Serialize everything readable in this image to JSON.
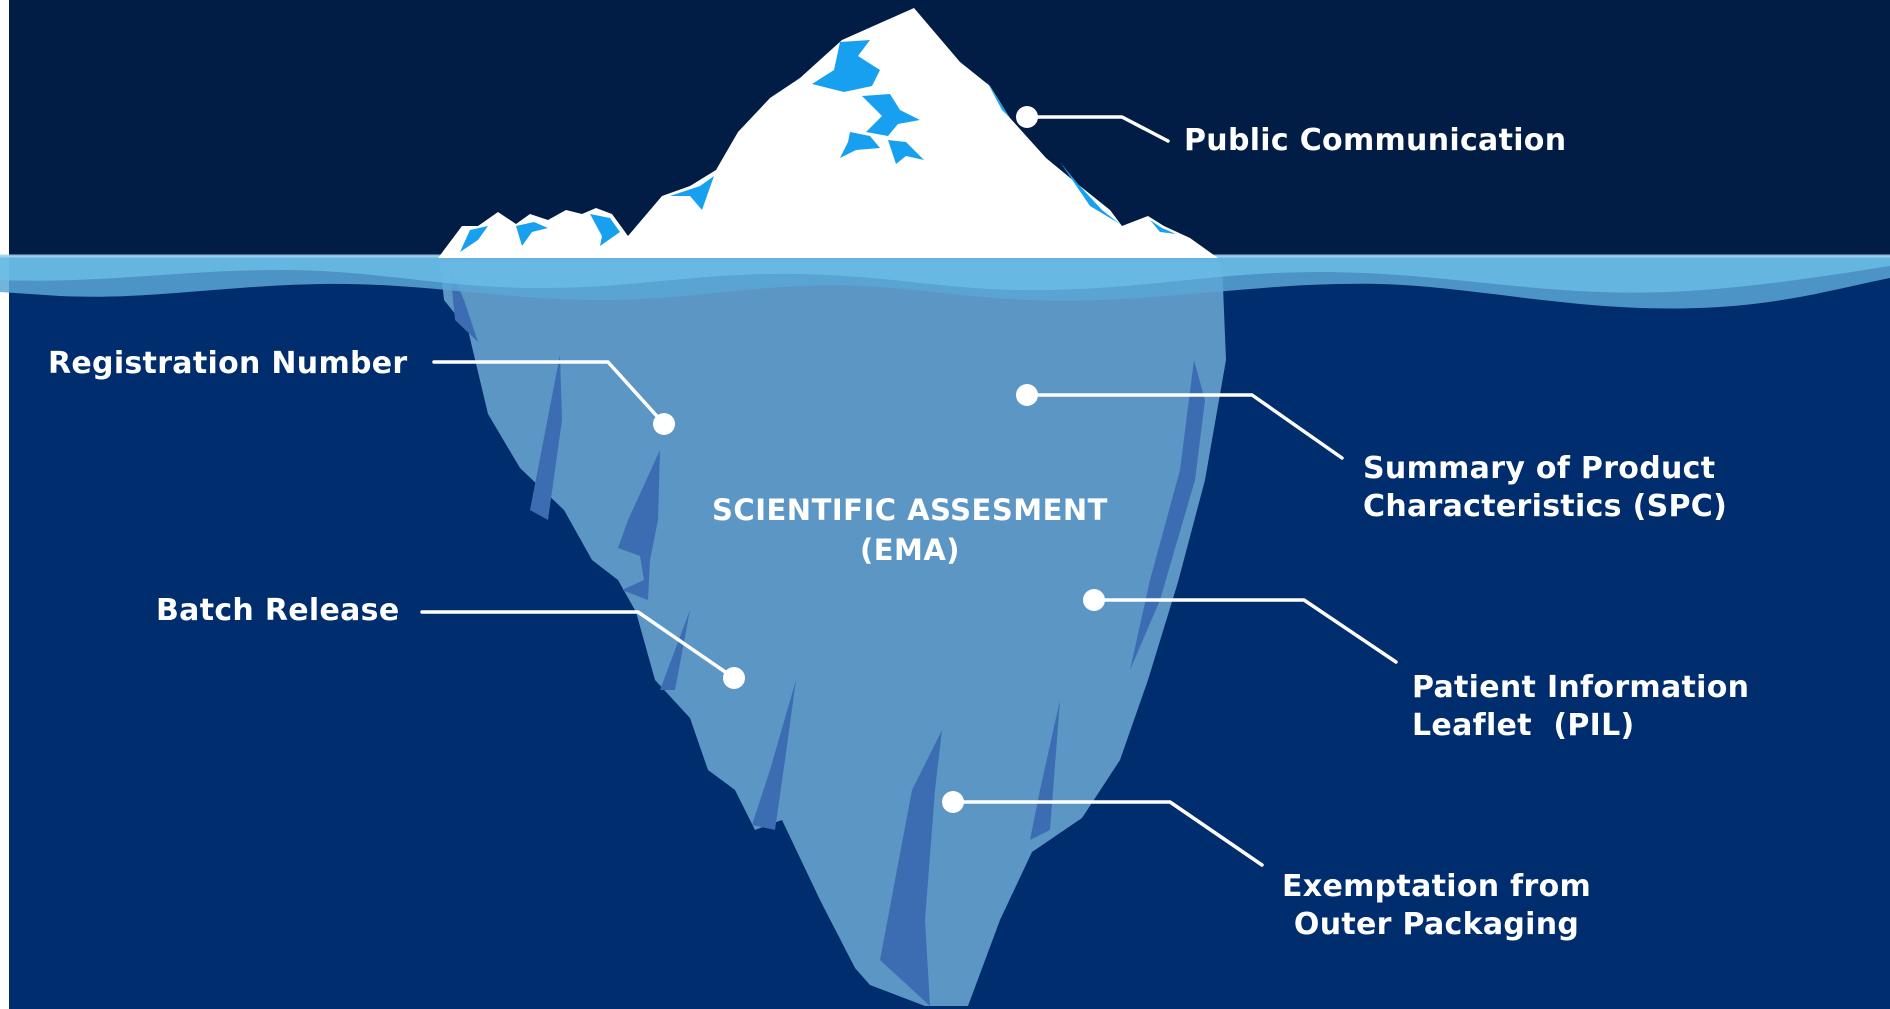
{
  "colors": {
    "sky": "#011d45",
    "deep_water": "#002d6d",
    "water_band_light": "#5aa7d6",
    "iceberg_submerged": "#5b96c5",
    "iceberg_shadow": "#3c6db2",
    "ice_tip": "#ffffff",
    "ice_highlight": "#18a0f0",
    "label_text": "#ffffff"
  },
  "center_label": {
    "line1": "SCIENTIFIC ASSESMENT",
    "line2": "(EMA)"
  },
  "labels": {
    "public_communication": "Public Communication",
    "registration_number": "Registration Number",
    "batch_release": "Batch Release",
    "spc_line1": "Summary of Product",
    "spc_line2": "Characteristics (SPC)",
    "pil_line1": "Patient Information",
    "pil_line2": "Leaflet  (PIL)",
    "exemption_line1": "Exemptation from",
    "exemption_line2": "Outer Packaging"
  },
  "icons": {
    "connector_dot": "white-circle",
    "iceberg": "iceberg-illustration"
  }
}
